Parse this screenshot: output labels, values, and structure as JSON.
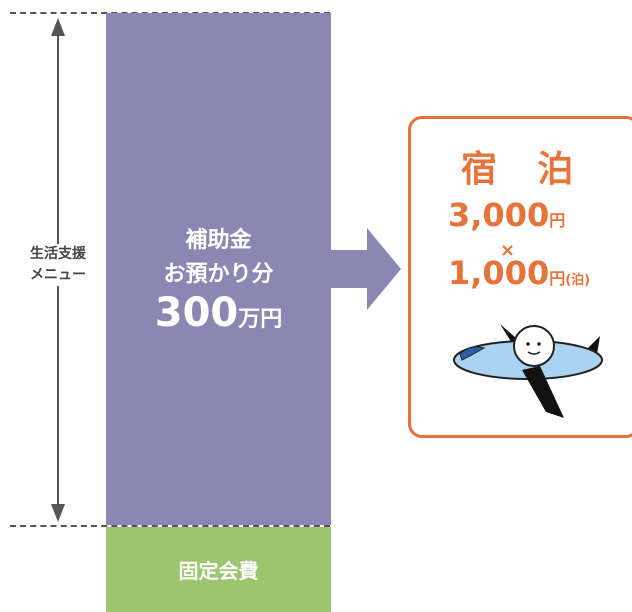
{
  "range_label": {
    "line1": "生活支援",
    "line2": "メニュー"
  },
  "subsidy": {
    "line1": "補助金",
    "line2": "お預かり分",
    "amount": "300",
    "amount_unit": "万円"
  },
  "fixed_fee": {
    "label": "固定会費"
  },
  "stay_card": {
    "title": "宿 泊",
    "price_value": "3,000",
    "price_unit": "円",
    "times": "×",
    "nights_value": "1,000",
    "nights_unit": "円",
    "nights_suffix": "(泊)"
  },
  "colors": {
    "purple": "#8b87b2",
    "green": "#9bc66f",
    "orange": "#e8733a",
    "arrow": "#8b87b2"
  },
  "icons": [
    "double-arrow-icon",
    "right-arrow-icon",
    "airplane-mascot-icon"
  ]
}
